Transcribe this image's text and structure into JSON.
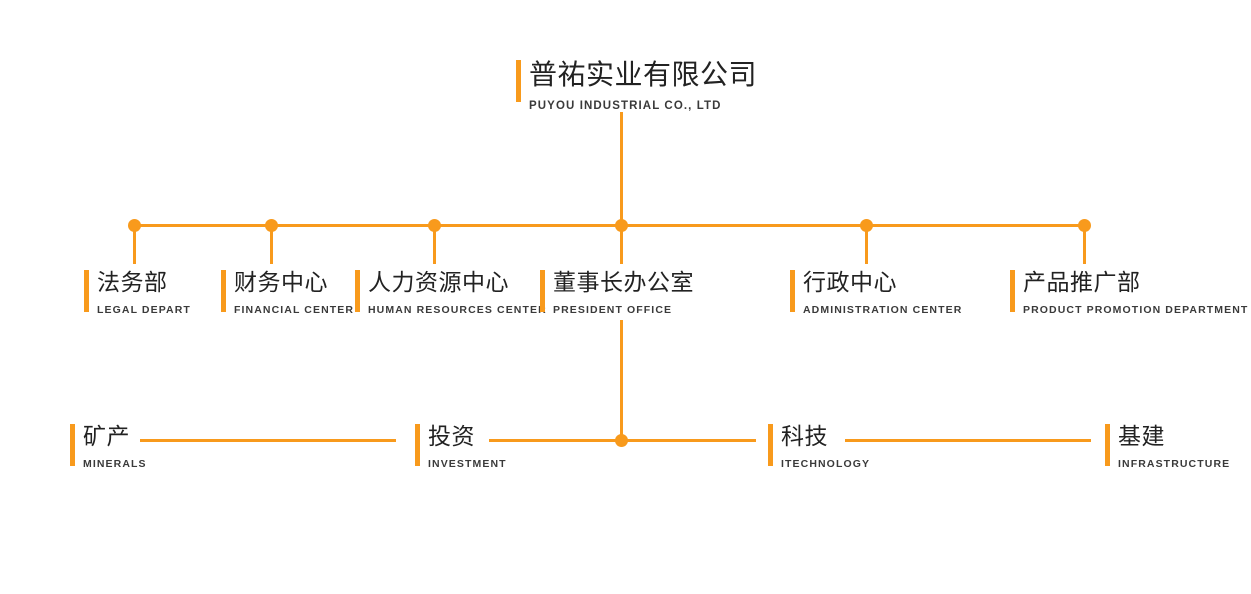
{
  "colors": {
    "accent": "#F89A1C",
    "title_text": "#222222",
    "subtitle_text": "#3a3a3a",
    "background": "#ffffff"
  },
  "root": {
    "cn": "普祐实业有限公司",
    "en": "PUYOU INDUSTRIAL CO., LTD"
  },
  "departments": [
    {
      "cn": "法务部",
      "en": "LEGAL DEPART"
    },
    {
      "cn": "财务中心",
      "en": "FINANCIAL CENTER"
    },
    {
      "cn": "人力资源中心",
      "en": "HUMAN RESOURCES CENTER"
    },
    {
      "cn": "董事长办公室",
      "en": "PRESIDENT OFFICE"
    },
    {
      "cn": "行政中心",
      "en": "ADMINISTRATION CENTER"
    },
    {
      "cn": "产品推广部",
      "en": "PRODUCT PROMOTION DEPARTMENT"
    }
  ],
  "sectors": [
    {
      "cn": "矿产",
      "en": "MINERALS"
    },
    {
      "cn": "投资",
      "en": "INVESTMENT"
    },
    {
      "cn": "科技",
      "en": "ITECHNOLOGY"
    },
    {
      "cn": "基建",
      "en": "INFRASTRUCTURE"
    }
  ]
}
